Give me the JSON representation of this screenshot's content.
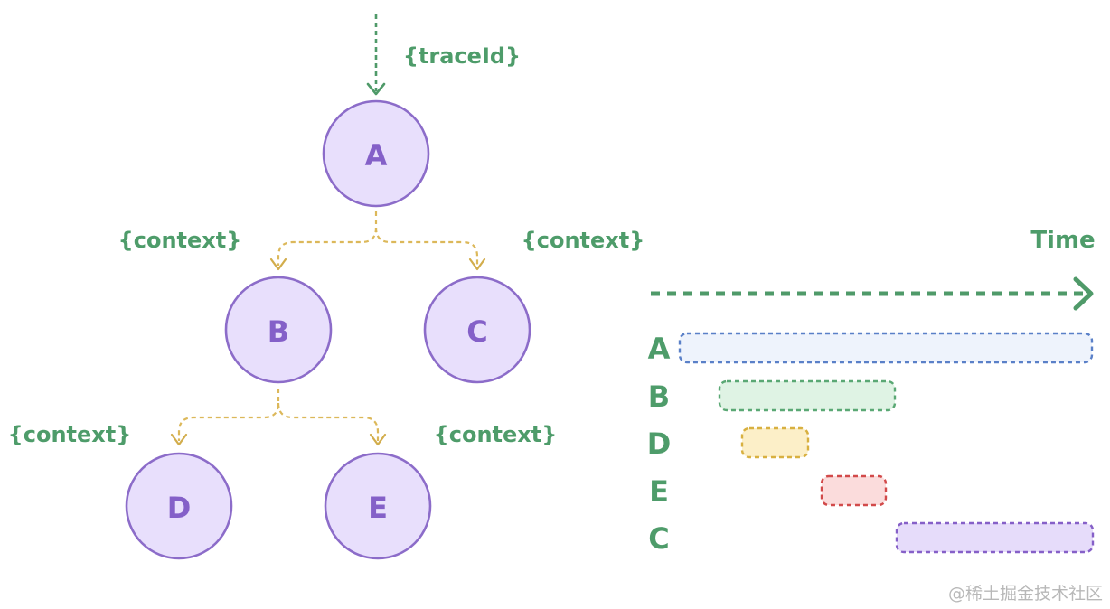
{
  "tree": {
    "trace_label": "{traceId}",
    "context_label": "{context}",
    "nodes": [
      {
        "id": "a",
        "label": "A"
      },
      {
        "id": "b",
        "label": "B"
      },
      {
        "id": "c",
        "label": "C"
      },
      {
        "id": "d",
        "label": "D"
      },
      {
        "id": "e",
        "label": "E"
      }
    ]
  },
  "timeline": {
    "axis_label": "Time",
    "rows": [
      {
        "label": "A",
        "color": "#eef3fc",
        "border": "#5a80c8"
      },
      {
        "label": "B",
        "color": "#dff3e4",
        "border": "#5aa874"
      },
      {
        "label": "D",
        "color": "#fcefc8",
        "border": "#d8b040"
      },
      {
        "label": "E",
        "color": "#fbdcdc",
        "border": "#d24a4a"
      },
      {
        "label": "C",
        "color": "#e6dcfa",
        "border": "#8660c8"
      }
    ]
  },
  "colors": {
    "node_fill": "#e8dffc",
    "node_stroke": "#8c6cc9",
    "node_text": "#8460c8",
    "green": "#4e9c6a",
    "context_line": "#dcb85a"
  },
  "watermark": "@稀土掘金技术社区"
}
